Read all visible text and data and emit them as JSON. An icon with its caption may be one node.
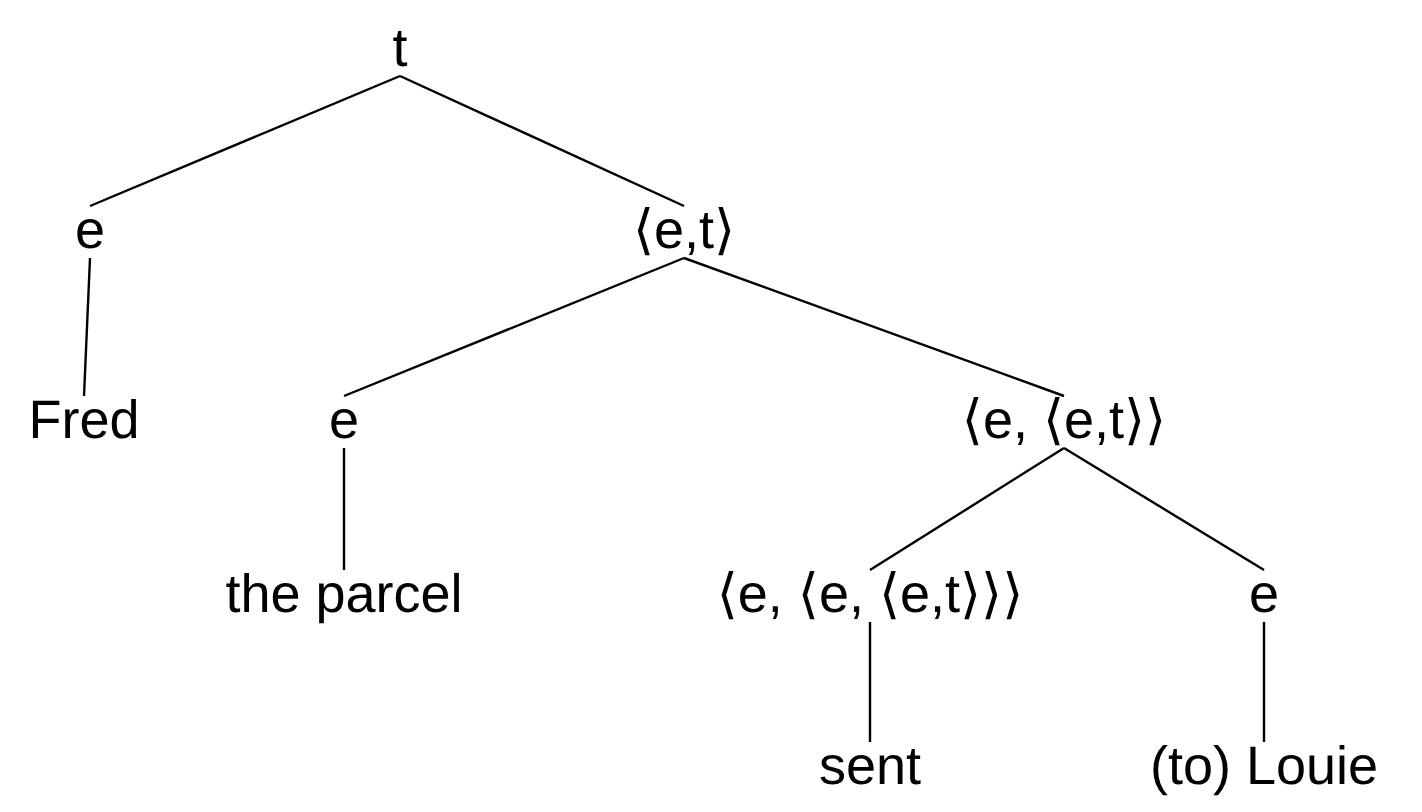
{
  "diagram": {
    "nodes": [
      {
        "text": [
          "t"
        ]
      },
      {
        "text": [
          "e"
        ]
      },
      {
        "text": [
          "⟨e,t⟩"
        ]
      },
      {
        "text": [
          "Fred"
        ]
      },
      {
        "text": [
          "e"
        ]
      },
      {
        "text": [
          "⟨e, ⟨e,t⟩⟩"
        ]
      },
      {
        "text": [
          "the parcel"
        ]
      },
      {
        "text": [
          "⟨e, ⟨e, ⟨e,t⟩⟩⟩"
        ]
      },
      {
        "text": [
          "e"
        ]
      },
      {
        "text": [
          "sent"
        ]
      },
      {
        "text": [
          "(to) Louie"
        ]
      }
    ],
    "edges": [
      {
        "from": 0,
        "to": 1,
        "arrow": "none"
      },
      {
        "from": 0,
        "to": 2,
        "arrow": "none"
      },
      {
        "from": 1,
        "to": 3,
        "arrow": "none"
      },
      {
        "from": 2,
        "to": 4,
        "arrow": "none"
      },
      {
        "from": 2,
        "to": 5,
        "arrow": "none"
      },
      {
        "from": 4,
        "to": 6,
        "arrow": "none"
      },
      {
        "from": 5,
        "to": 7,
        "arrow": "none"
      },
      {
        "from": 5,
        "to": 8,
        "arrow": "none"
      },
      {
        "from": 7,
        "to": 9,
        "arrow": "none"
      },
      {
        "from": 8,
        "to": 10,
        "arrow": "none"
      }
    ]
  }
}
